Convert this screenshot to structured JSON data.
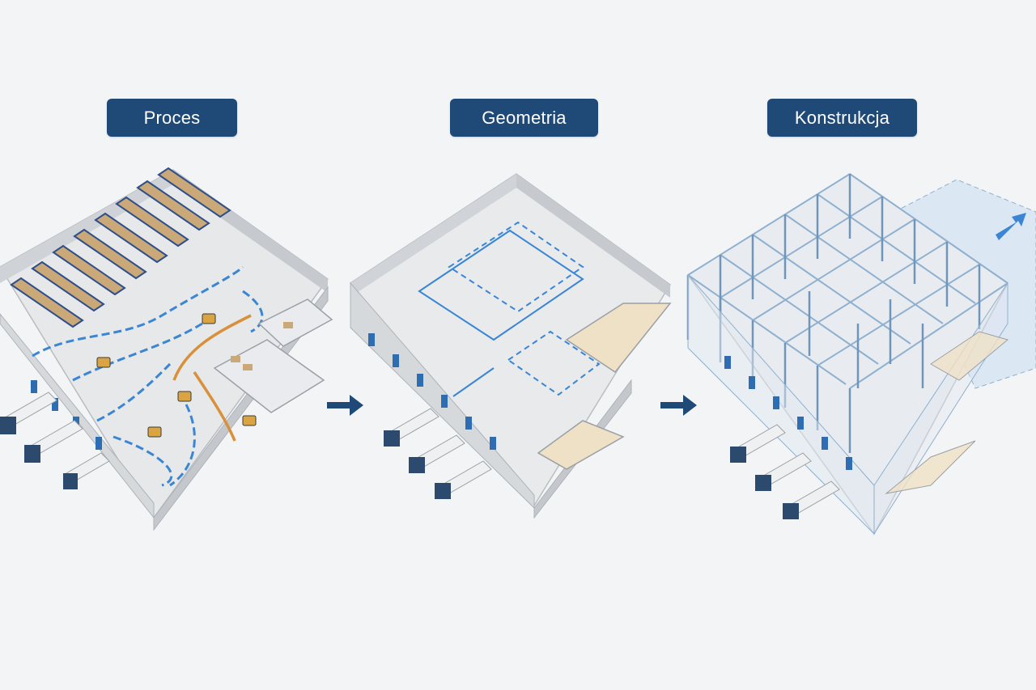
{
  "stages": [
    {
      "label": "Proces"
    },
    {
      "label": "Geometria"
    },
    {
      "label": "Konstrukcja"
    }
  ],
  "colors": {
    "label_bg": "#1f4a78",
    "label_text": "#ffffff",
    "arrow": "#1f4a78",
    "flow_blue": "#3a86d4",
    "flow_orange": "#d9903a",
    "wall": "#d9dcdf",
    "floor": "#e6e8ea",
    "rack": "#2f4f8a",
    "box": "#caa877",
    "truck_cab": "#2c4a6e",
    "steel": "#8fb0cf",
    "extension": "#cfe0f2"
  },
  "icons": [
    "arrow-right-icon",
    "arrow-right-icon",
    "arrow-up-right-icon"
  ]
}
